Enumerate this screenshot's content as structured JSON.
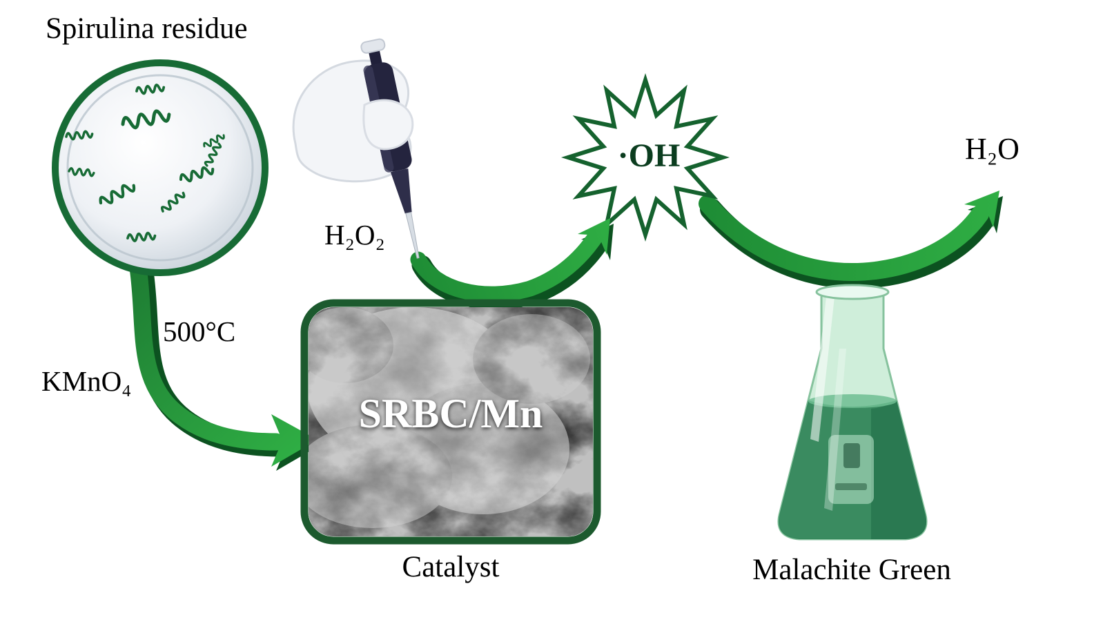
{
  "title": "Spirulina residue",
  "process": {
    "temperature": "500°C",
    "oxidant": "KMnO₄"
  },
  "reagent": {
    "h2o2": "H₂O₂"
  },
  "radical": {
    "label": "·OH"
  },
  "product": {
    "label": "H₂O"
  },
  "catalyst": {
    "material": "SRBC/Mn",
    "caption": "Catalyst"
  },
  "flask": {
    "caption": "Malachite Green"
  },
  "colors": {
    "dark_green": "#176b35",
    "bright_green": "#2fae44",
    "arrow_shadow_green": "#0c5220",
    "liquid_green": "#31855a",
    "text_black": "#000000",
    "sem_background": "#0a0a0a"
  }
}
